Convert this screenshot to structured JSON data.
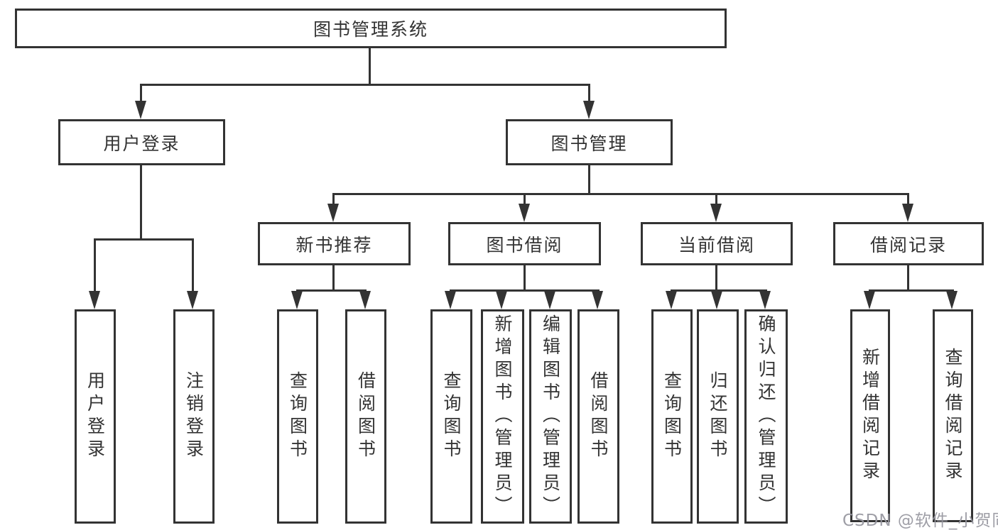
{
  "diagram_title": "图书管理系统",
  "colors": {
    "line": "#333333",
    "text": "#333333",
    "background": "#ffffff",
    "watermark": "#9a9aa2"
  },
  "nodes": {
    "root": "图书管理系统",
    "user_login": "用户登录",
    "book_management": "图书管理",
    "new_book_recommendation": "新书推荐",
    "book_borrowing": "图书借阅",
    "current_borrowing": "当前借阅",
    "borrowing_records": "借阅记录",
    "leaf_user_login": "用户登录",
    "leaf_logout": "注销登录",
    "leaf_recommend_query_books": "查询图书",
    "leaf_recommend_borrow_books": "借阅图书",
    "leaf_borrow_query_books": "查询图书",
    "leaf_add_books_admin": "新增图书（管理员）",
    "leaf_edit_books_admin": "编辑图书（管理员）",
    "leaf_borrow_borrow_books": "借阅图书",
    "leaf_current_query_books": "查询图书",
    "leaf_return_books": "归还图书",
    "leaf_confirm_return_admin": "确认归还（管理员）",
    "leaf_add_borrow_record": "新增借阅记录",
    "leaf_query_borrow_record": "查询借阅记录"
  },
  "watermark": "CSDN @软件_小贺同学"
}
